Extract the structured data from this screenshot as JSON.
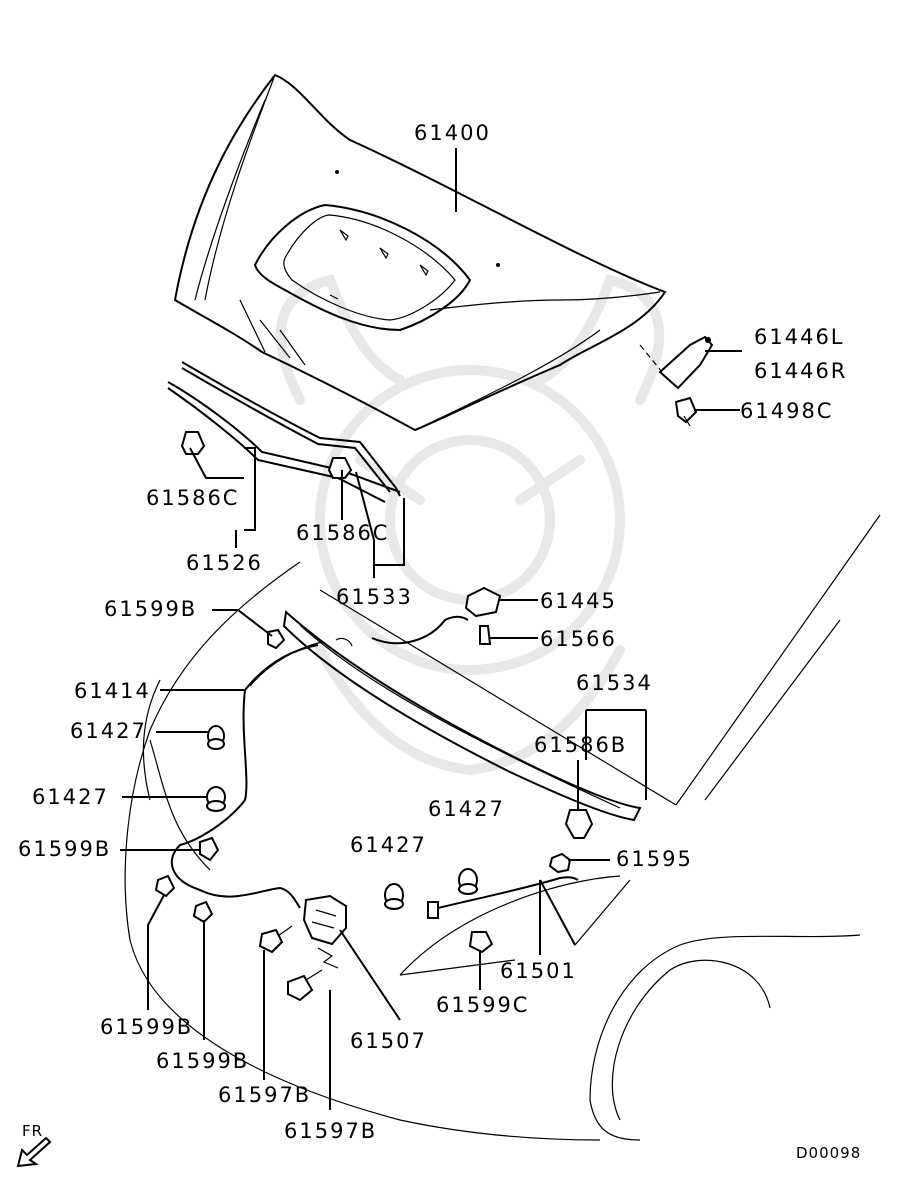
{
  "diagram_id": "D00098",
  "direction_label": "FR",
  "callouts": {
    "c61400": "61400",
    "c61446L": "61446L",
    "c61446R": "61446R",
    "c61498C": "61498C",
    "c61586C_a": "61586C",
    "c61526": "61526",
    "c61586C_b": "61586C",
    "c61533": "61533",
    "c61445": "61445",
    "c61566": "61566",
    "c61599B_a": "61599B",
    "c61534": "61534",
    "c61414": "61414",
    "c61427_a": "61427",
    "c61586B": "61586B",
    "c61427_b": "61427",
    "c61427_c": "61427",
    "c61427_d": "61427",
    "c61599B_b": "61599B",
    "c61595": "61595",
    "c61501": "61501",
    "c61599C": "61599C",
    "c61599B_c": "61599B",
    "c61599B_d": "61599B",
    "c61507": "61507",
    "c61597B_a": "61597B",
    "c61597B_b": "61597B"
  }
}
